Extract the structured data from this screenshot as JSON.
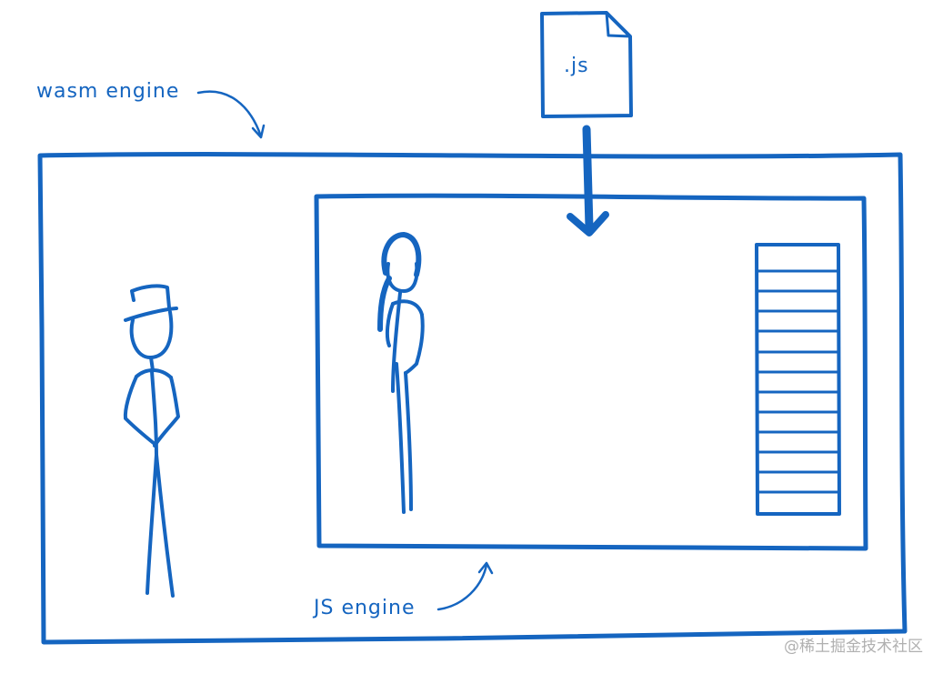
{
  "colors": {
    "ink": "#1565c0",
    "background": "#ffffff",
    "watermark": "#b0b0b0"
  },
  "labels": {
    "wasm_engine": "wasm engine",
    "js_engine": "JS engine",
    "js_file": ".js"
  },
  "watermark": "@稀土掘金技术社区",
  "icons": {
    "js_file": "document-file-icon",
    "down_arrow": "arrow-down-icon",
    "stack": "memory-stack-icon"
  }
}
